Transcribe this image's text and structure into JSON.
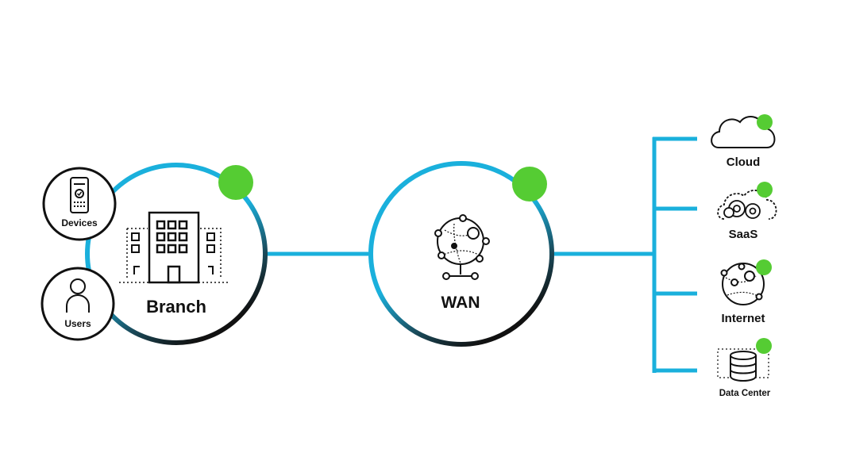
{
  "colors": {
    "accent": "#1ab0dc",
    "status_green": "#55cc33",
    "ring_dark": "#111111",
    "icon_stroke": "#111111"
  },
  "branch": {
    "label": "Branch",
    "icon": "building-icon",
    "status": "online"
  },
  "wan": {
    "label": "WAN",
    "icon": "globe-network-icon",
    "status": "online"
  },
  "inputs": [
    {
      "label": "Devices",
      "icon": "device-icon"
    },
    {
      "label": "Users",
      "icon": "user-icon"
    }
  ],
  "destinations": [
    {
      "label": "Cloud",
      "icon": "cloud-icon",
      "status": "online"
    },
    {
      "label": "SaaS",
      "icon": "saas-cloud-gears-icon",
      "status": "online"
    },
    {
      "label": "Internet",
      "icon": "internet-globe-icon",
      "status": "online"
    },
    {
      "label": "Data Center",
      "icon": "database-icon",
      "status": "online"
    }
  ]
}
